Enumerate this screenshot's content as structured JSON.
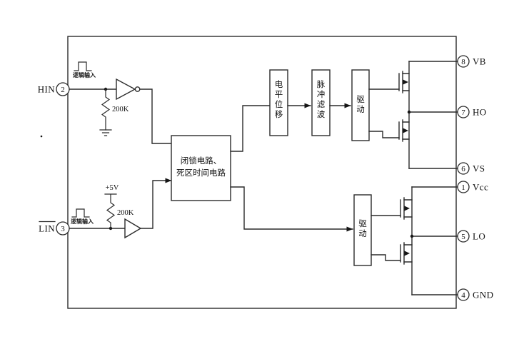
{
  "colors": {
    "line": "#2a2a2a",
    "background": "#ffffff"
  },
  "pins": {
    "left": [
      {
        "num": "2",
        "label": "HIN",
        "annotation": "逻辑输入"
      },
      {
        "num": "3",
        "label": "LIN",
        "overline": true,
        "annotation": "逻辑输入"
      }
    ],
    "right": [
      {
        "num": "8",
        "label": "VB"
      },
      {
        "num": "7",
        "label": "HO"
      },
      {
        "num": "6",
        "label": "VS"
      },
      {
        "num": "1",
        "label": "Vcc"
      },
      {
        "num": "5",
        "label": "LO"
      },
      {
        "num": "4",
        "label": "GND"
      }
    ]
  },
  "blocks": {
    "latch": {
      "line1": "闭锁电路、",
      "line2": "死区时间电路"
    },
    "level_shift": "电平位移",
    "pulse_filter": "脉冲滤波",
    "drive_high": "驱动",
    "drive_low": "驱动"
  },
  "components": {
    "resistor_hin": "200K",
    "resistor_lin": "200K",
    "supply": "+5V"
  }
}
